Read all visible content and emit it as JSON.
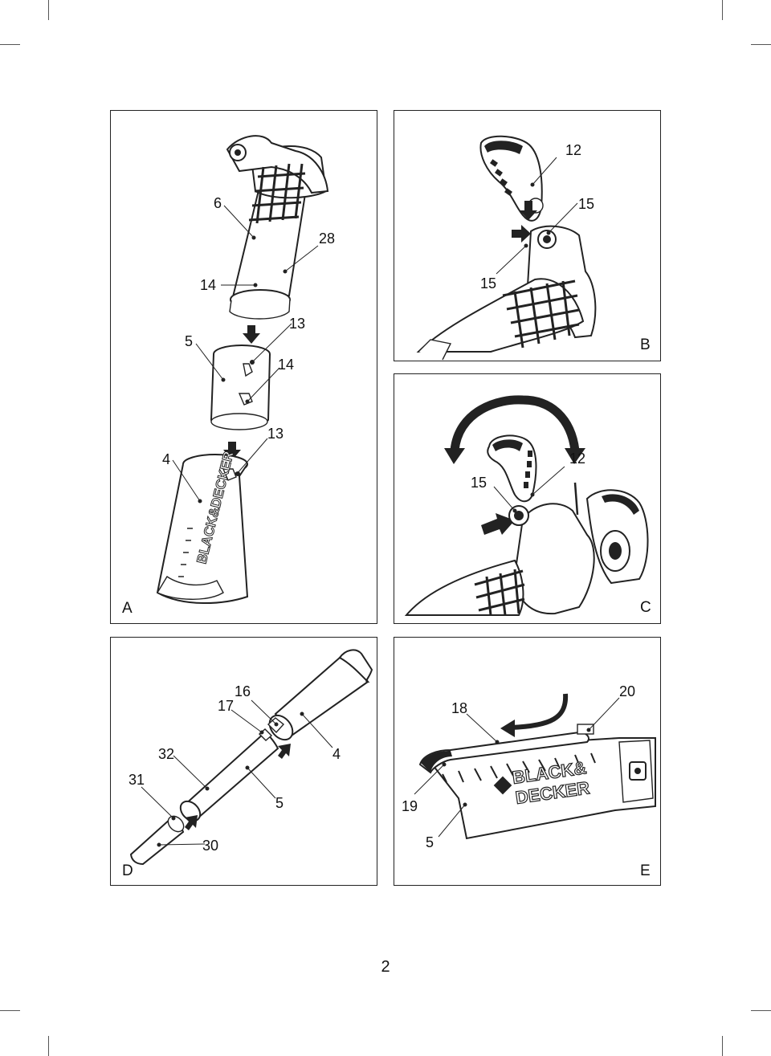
{
  "page": {
    "number": "2"
  },
  "panels": {
    "A": {
      "letter": "A",
      "callouts": {
        "c6": "6",
        "c28": "28",
        "c14a": "14",
        "c13a": "13",
        "c5": "5",
        "c14b": "14",
        "c13b": "13",
        "c4": "4"
      },
      "logo": "BLACK&DECKER"
    },
    "B": {
      "letter": "B",
      "callouts": {
        "c12": "12",
        "c15a": "15",
        "c15b": "15"
      }
    },
    "C": {
      "letter": "C",
      "callouts": {
        "c12": "12",
        "c15": "15"
      }
    },
    "D": {
      "letter": "D",
      "callouts": {
        "c16": "16",
        "c17": "17",
        "c32": "32",
        "c4": "4",
        "c31": "31",
        "c5": "5",
        "c30": "30"
      }
    },
    "E": {
      "letter": "E",
      "callouts": {
        "c18": "18",
        "c20": "20",
        "c19": "19",
        "c5": "5"
      },
      "logo_line1": "BLACK&",
      "logo_line2": "DECKER"
    }
  }
}
